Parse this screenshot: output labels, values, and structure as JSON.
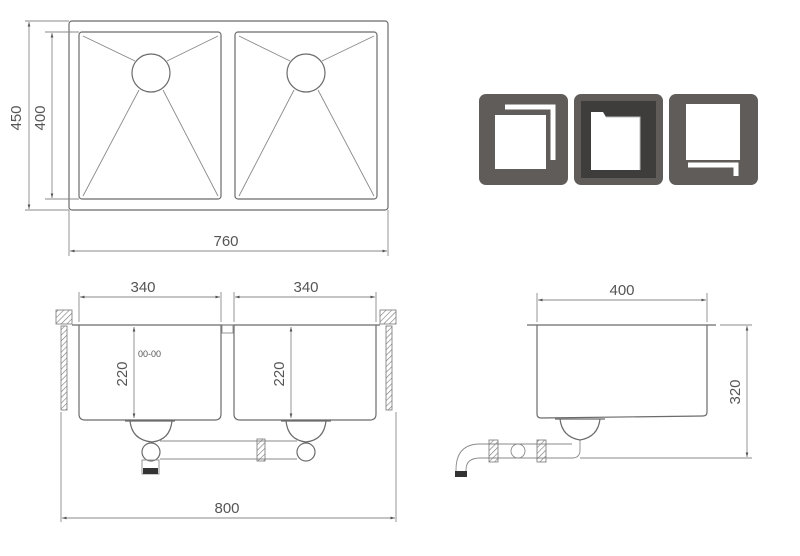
{
  "top_view": {
    "width_label": "760",
    "outer_height_label": "450",
    "inner_height_label": "400"
  },
  "front_view": {
    "left_bowl_width_label": "340",
    "right_bowl_width_label": "340",
    "left_depth_label": "220",
    "right_depth_label": "220",
    "overflow_mark": "00-00",
    "total_width_label": "800"
  },
  "side_view": {
    "width_label": "400",
    "height_label": "320"
  },
  "install_icons": [
    {
      "name": "top-mount-icon"
    },
    {
      "name": "flush-mount-icon"
    },
    {
      "name": "undermount-icon"
    }
  ],
  "colors": {
    "line": "#6b6b6b",
    "icon_bg": "#5f5c5a",
    "icon_bg_dark": "#3f3d3c",
    "text": "#555555"
  }
}
